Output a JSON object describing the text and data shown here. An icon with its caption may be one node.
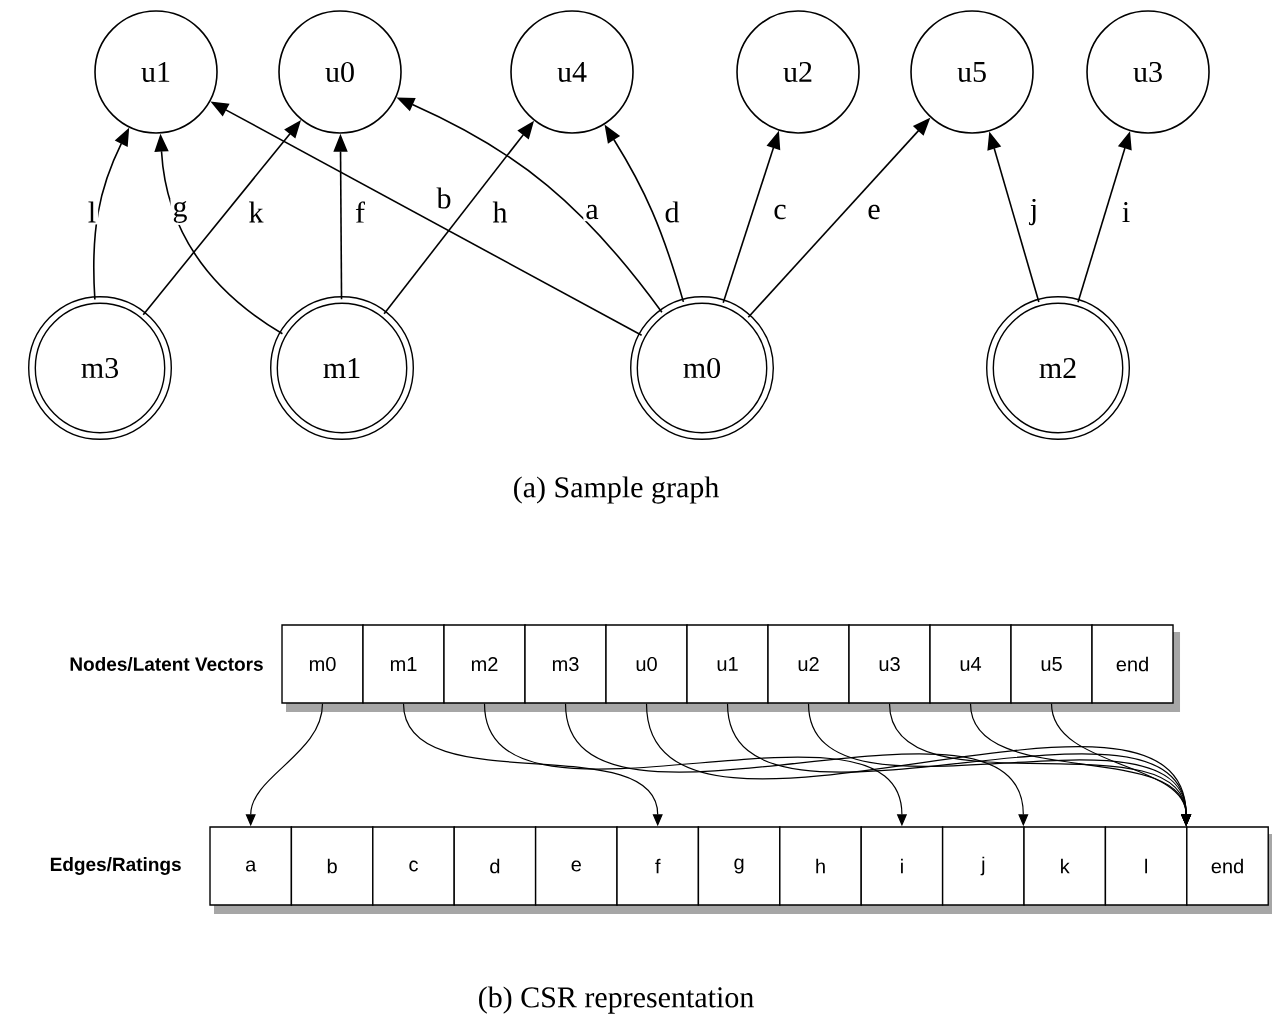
{
  "diagram": {
    "nodes": [
      {
        "text": [
          "u1"
        ]
      },
      {
        "text": [
          "u0"
        ]
      },
      {
        "text": [
          "u4"
        ]
      },
      {
        "text": [
          "u2"
        ]
      },
      {
        "text": [
          "u5"
        ]
      },
      {
        "text": [
          "u3"
        ]
      },
      {
        "text": [
          "m3"
        ]
      },
      {
        "text": [
          "m1"
        ]
      },
      {
        "text": [
          "m0"
        ]
      },
      {
        "text": [
          "m2"
        ]
      },
      {
        "text": [
          "m0"
        ]
      },
      {
        "text": [
          "m1"
        ]
      },
      {
        "text": [
          "m2"
        ]
      },
      {
        "text": [
          "m3"
        ]
      },
      {
        "text": [
          "u0"
        ]
      },
      {
        "text": [
          "u1"
        ]
      },
      {
        "text": [
          "u2"
        ]
      },
      {
        "text": [
          "u3"
        ]
      },
      {
        "text": [
          "u4"
        ]
      },
      {
        "text": [
          "u5"
        ]
      },
      {
        "text": [
          "end"
        ]
      },
      {
        "text": [
          "a"
        ]
      },
      {
        "text": [
          "b"
        ]
      },
      {
        "text": [
          "c"
        ]
      },
      {
        "text": [
          "d"
        ]
      },
      {
        "text": [
          "e"
        ]
      },
      {
        "text": [
          "f"
        ]
      },
      {
        "text": [
          "g"
        ]
      },
      {
        "text": [
          "h"
        ]
      },
      {
        "text": [
          "i"
        ]
      },
      {
        "text": [
          "j"
        ]
      },
      {
        "text": [
          "k"
        ]
      },
      {
        "text": [
          "l"
        ]
      },
      {
        "text": [
          "end"
        ]
      }
    ],
    "edges": [
      {
        "from": 6,
        "to": 0,
        "arrow": "to",
        "label": "l"
      },
      {
        "from": 7,
        "to": 0,
        "arrow": "to",
        "label": "g"
      },
      {
        "from": 6,
        "to": 1,
        "arrow": "to",
        "label": "k"
      },
      {
        "from": 7,
        "to": 1,
        "arrow": "to",
        "label": "f"
      },
      {
        "from": 8,
        "to": 0,
        "arrow": "to",
        "label": "b"
      },
      {
        "from": 7,
        "to": 2,
        "arrow": "to",
        "label": "h"
      },
      {
        "from": 8,
        "to": 1,
        "arrow": "to",
        "label": "a"
      },
      {
        "from": 8,
        "to": 2,
        "arrow": "to",
        "label": "d"
      },
      {
        "from": 8,
        "to": 3,
        "arrow": "to",
        "label": "c"
      },
      {
        "from": 8,
        "to": 4,
        "arrow": "to",
        "label": "e"
      },
      {
        "from": 9,
        "to": 4,
        "arrow": "to",
        "label": "j"
      },
      {
        "from": 9,
        "to": 5,
        "arrow": "to",
        "label": "i"
      },
      {
        "from": 10,
        "to": 21,
        "arrow": "to"
      },
      {
        "from": 11,
        "to": 26,
        "arrow": "to"
      },
      {
        "from": 12,
        "to": 29,
        "arrow": "to"
      },
      {
        "from": 13,
        "to": 31,
        "arrow": "to"
      },
      {
        "from": 14,
        "to": 33,
        "arrow": "to"
      },
      {
        "from": 15,
        "to": 33,
        "arrow": "to"
      },
      {
        "from": 16,
        "to": 33,
        "arrow": "to"
      },
      {
        "from": 17,
        "to": 33,
        "arrow": "to"
      },
      {
        "from": 18,
        "to": 33,
        "arrow": "to"
      },
      {
        "from": 19,
        "to": 33,
        "arrow": "to"
      }
    ],
    "labels": [
      "(a) Sample graph",
      "Nodes/Latent Vectors",
      "Edges/Ratings",
      "(b) CSR representation"
    ]
  }
}
